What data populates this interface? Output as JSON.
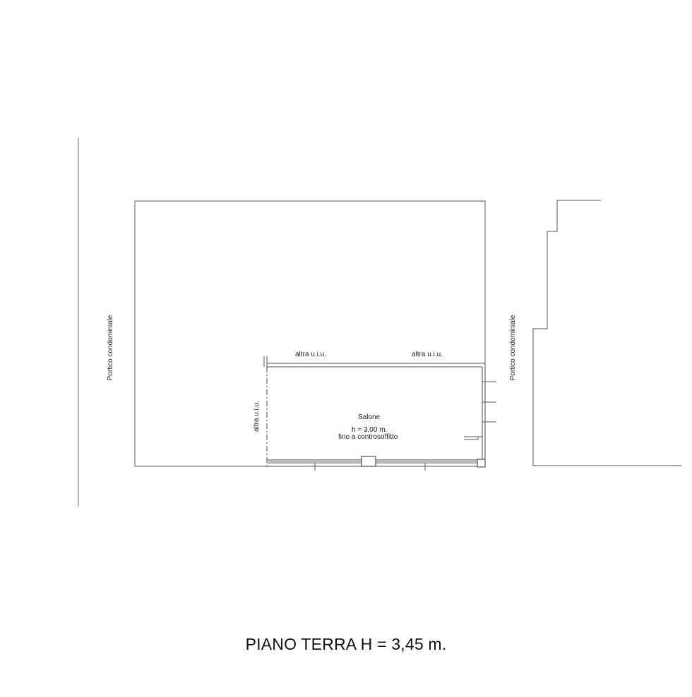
{
  "plan": {
    "title": "PIANO TERRA H = 3,45 m.",
    "labels": {
      "portico_left": "Portico condominiale",
      "portico_right": "Portico condominiale",
      "altra_top_left": "altra u.i.u.",
      "altra_top_right": "altra u.i.u.",
      "altra_left": "altra u.i.u.",
      "room_name": "Salone",
      "room_height": "h = 3,00 m.",
      "room_note": "fino a controsoffitto"
    },
    "colors": {
      "line": "#555555",
      "wall": "#333333",
      "text": "#222222"
    }
  }
}
